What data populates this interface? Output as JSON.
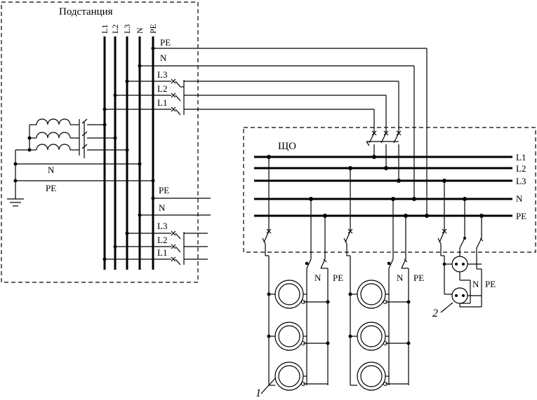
{
  "substation": {
    "title": "Подстанция",
    "bus_labels": [
      "L1",
      "L2",
      "L3",
      "N",
      "PE"
    ],
    "outgoing_top": [
      "PE",
      "N",
      "L3",
      "L2",
      "L1"
    ],
    "outgoing_bottom": [
      "PE",
      "N",
      "L3",
      "L2",
      "L1"
    ],
    "neutral_label": "N",
    "earth_label": "PE"
  },
  "panel": {
    "title": "ЩО",
    "bus_labels": [
      "L1",
      "L2",
      "L3",
      "N",
      "PE"
    ]
  },
  "groups": [
    {
      "n_label": "N",
      "pe_label": "PE"
    },
    {
      "n_label": "N",
      "pe_label": "PE"
    },
    {
      "n_label": "N",
      "pe_label": "PE"
    }
  ],
  "callouts": {
    "lamps": "1",
    "sockets": "2"
  }
}
